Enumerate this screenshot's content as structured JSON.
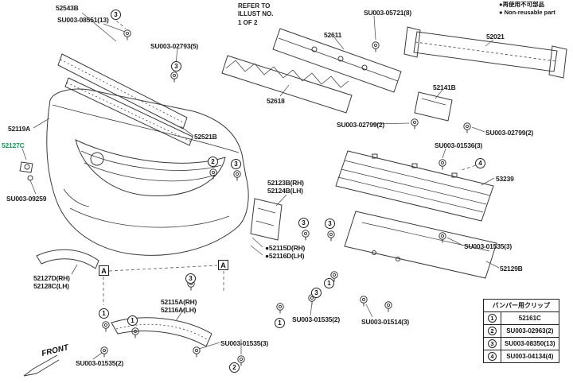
{
  "note": {
    "line1": "REFER TO",
    "line2": "ILLUST NO.",
    "line3": "1 OF 2"
  },
  "legend": {
    "nonreusable_jp": "●再使用不可部品",
    "nonreusable_en": "● Non-reusable part"
  },
  "front_label": "FRONT",
  "colors": {
    "highlight_green": "#00a651",
    "line": "#3a3a3a"
  },
  "labels": [
    {
      "t": "52543B"
    },
    {
      "t": "SU003-08551(13)"
    },
    {
      "t": "SU003-02793(5)"
    },
    {
      "t": "52611"
    },
    {
      "t": "SU003-05721(8)"
    },
    {
      "t": "52021"
    },
    {
      "t": "52618"
    },
    {
      "t": "52141B"
    },
    {
      "t": "SU003-02799(2)"
    },
    {
      "t": "SU003-02799(2)"
    },
    {
      "t": "SU003-01536(3)"
    },
    {
      "t": "53239"
    },
    {
      "t": "52119A"
    },
    {
      "t": "52127C"
    },
    {
      "t": "52521B"
    },
    {
      "t": "SU003-09259"
    },
    {
      "t": "52123B(RH)"
    },
    {
      "t": "52124B(LH)"
    },
    {
      "t": "●52115D(RH)"
    },
    {
      "t": "●52116D(LH)"
    },
    {
      "t": "SU003-01535(3)"
    },
    {
      "t": "52129B"
    },
    {
      "t": "52127D(RH)"
    },
    {
      "t": "52128C(LH)"
    },
    {
      "t": "52115A(RH)"
    },
    {
      "t": "52116A(LH)"
    },
    {
      "t": "SU003-01535(2)"
    },
    {
      "t": "SU003-01514(3)"
    },
    {
      "t": "SU003-01535(3)"
    },
    {
      "t": "SU003-01535(2)"
    }
  ],
  "callouts": [
    {
      "n": "3"
    },
    {
      "n": "3"
    },
    {
      "n": "2"
    },
    {
      "n": "3"
    },
    {
      "n": "3"
    },
    {
      "n": "3"
    },
    {
      "n": "4"
    },
    {
      "n": "1"
    },
    {
      "n": "3"
    },
    {
      "n": "1"
    },
    {
      "n": "1"
    },
    {
      "n": "3"
    },
    {
      "n": "2"
    },
    {
      "n": "1"
    }
  ],
  "section_letters": [
    {
      "l": "A"
    },
    {
      "l": "A"
    }
  ],
  "table": {
    "title": "バンパー用クリップ",
    "rows": [
      {
        "n": "1",
        "part": "52161C"
      },
      {
        "n": "2",
        "part": "SU003-02963(2)"
      },
      {
        "n": "3",
        "part": "SU003-08350(13)"
      },
      {
        "n": "4",
        "part": "SU003-04134(4)"
      }
    ]
  }
}
